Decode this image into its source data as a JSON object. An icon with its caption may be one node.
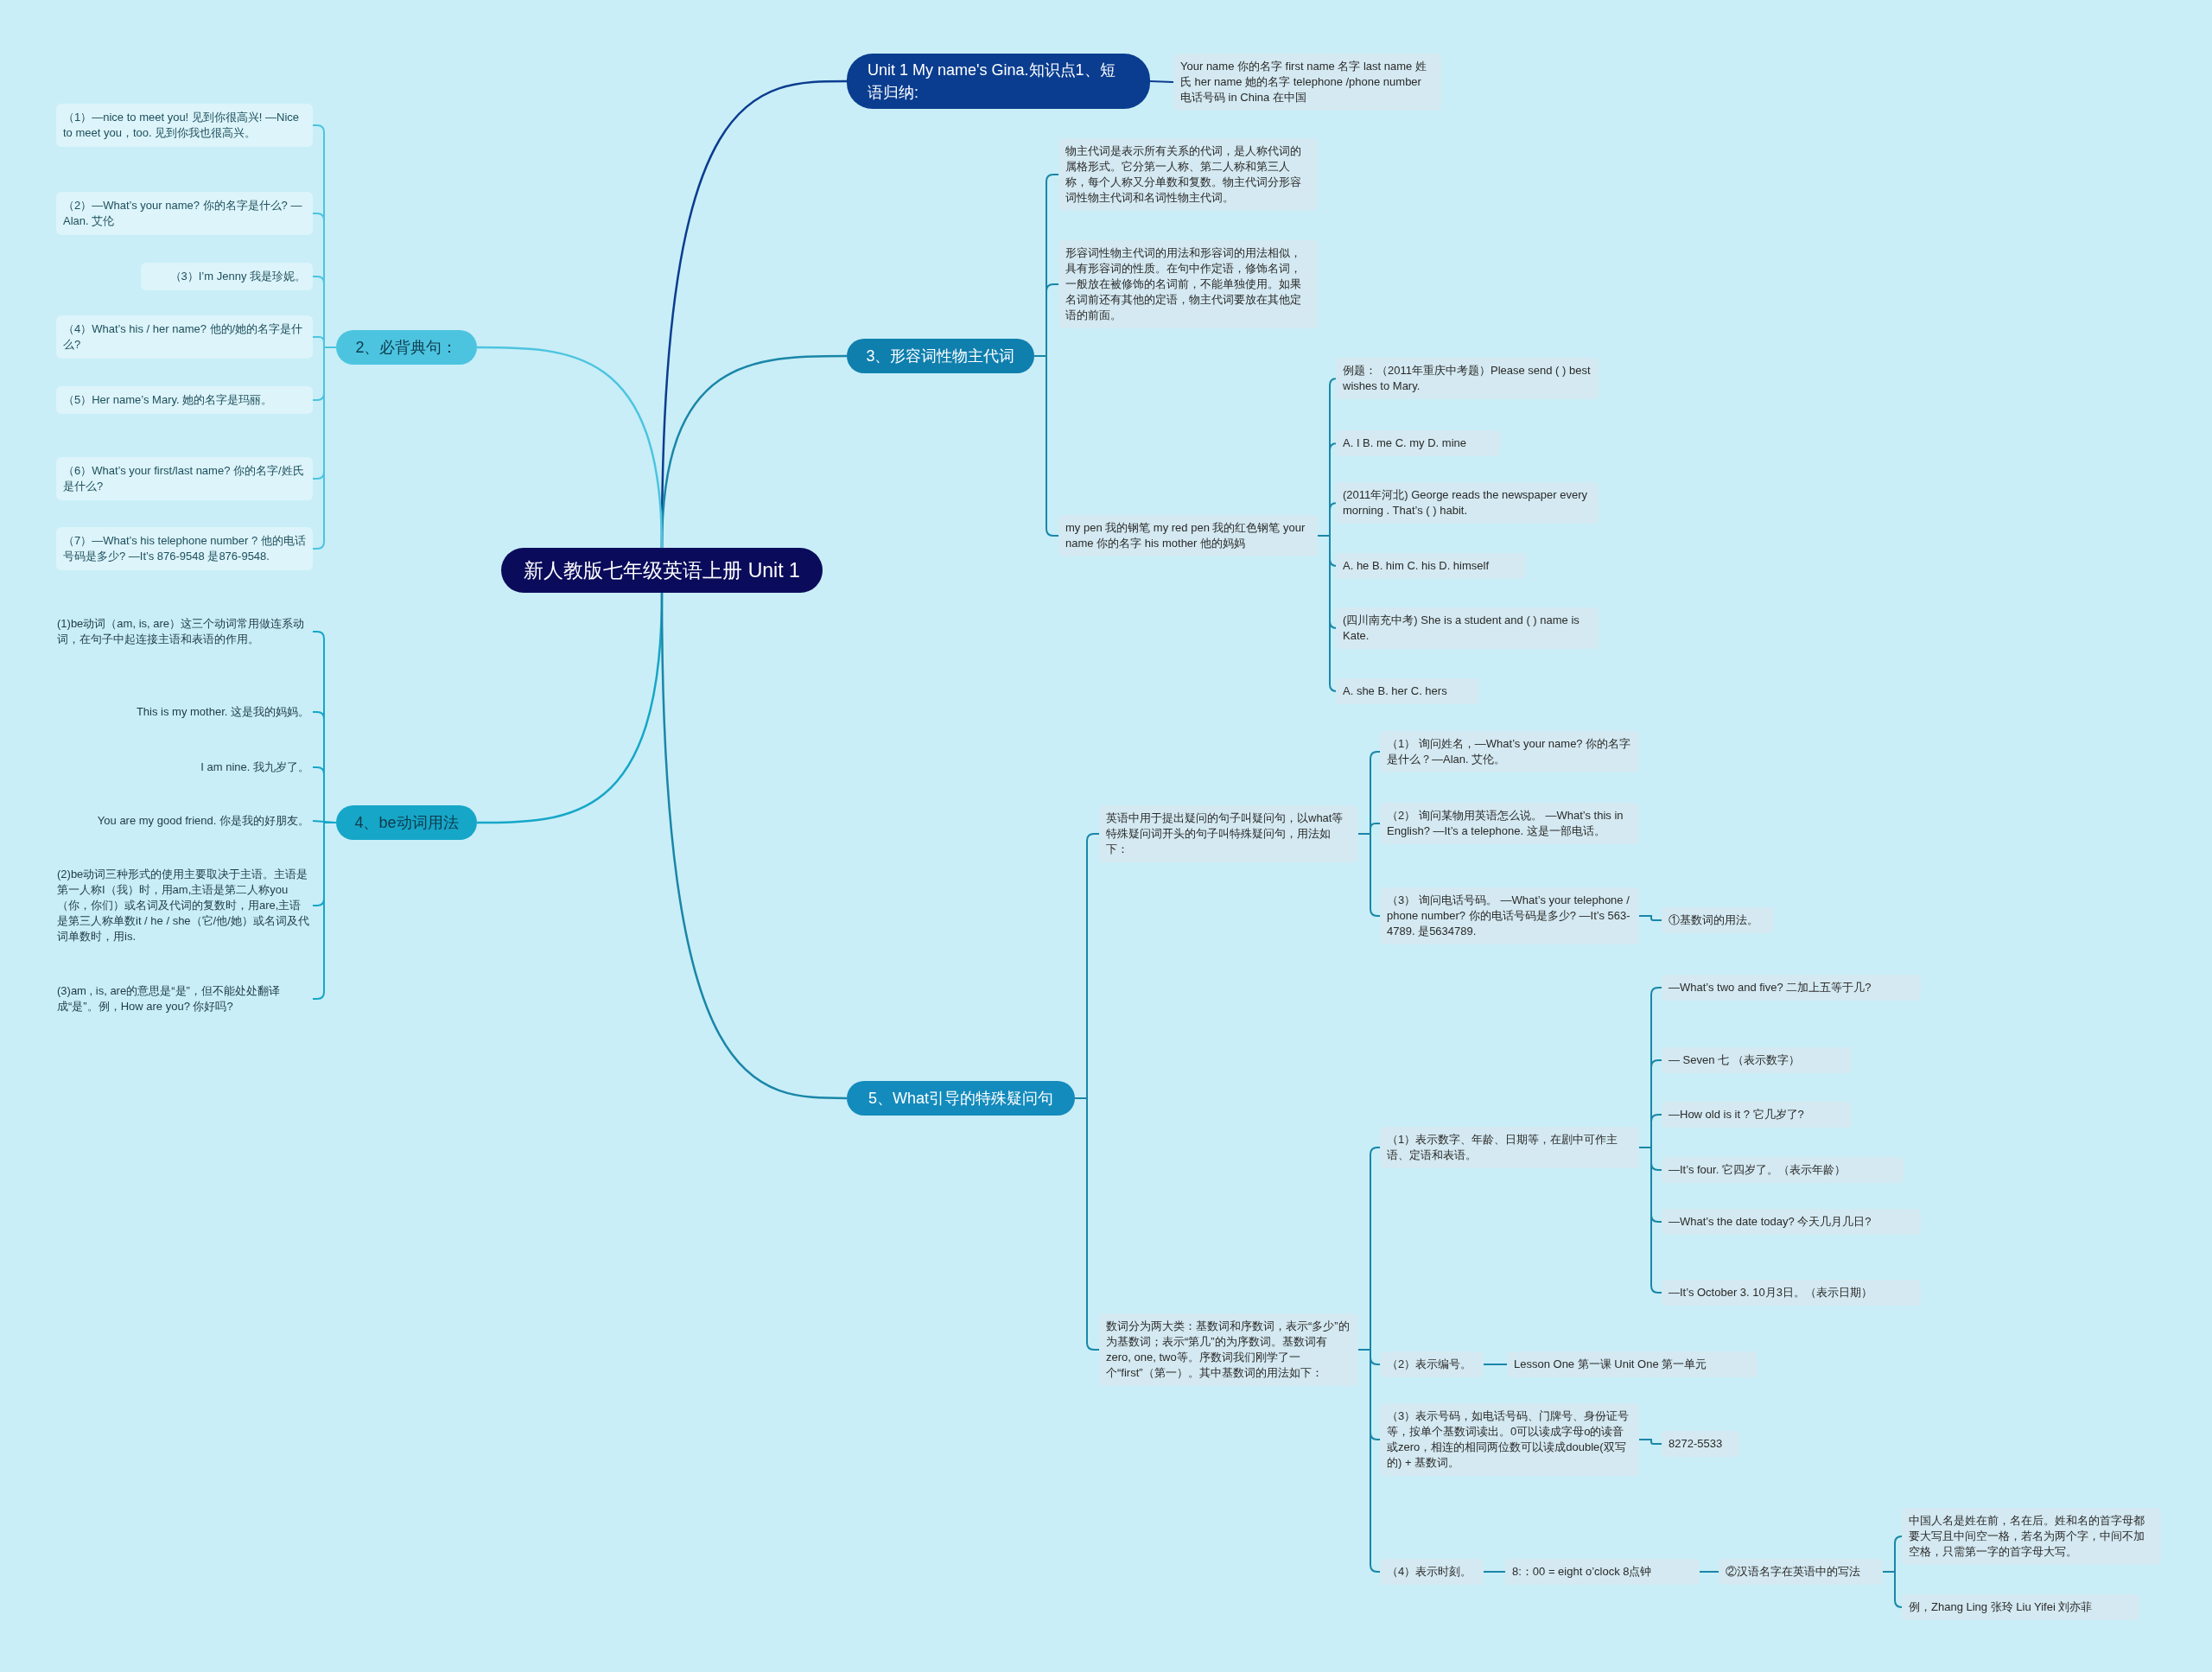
{
  "diagram": {
    "nodes": [
      {
        "text": [
          "新人教版七年级英语上册 Unit 1"
        ]
      },
      {
        "text": [
          "Unit 1 My name's Gina.知识点1、短语归纳:"
        ]
      },
      {
        "text": [
          "Your name 你的名字 first name 名字 last name 姓氏 her name 她的名字 telephone /phone number 电话号码 in China 在中国"
        ]
      },
      {
        "text": [
          "3、形容词性物主代词"
        ]
      },
      {
        "text": [
          "物主代词是表示所有关系的代词，是人称代词的属格形式。它分第一人称、第二人称和第三人称，每个人称又分单数和复数。物主代词分形容词性物主代词和名词性物主代词。"
        ]
      },
      {
        "text": [
          "形容词性物主代词的用法和形容词的用法相似，具有形容词的性质。在句中作定语，修饰名词，一般放在被修饰的名词前，不能单独使用。如果名词前还有其他的定语，物主代词要放在其他定语的前面。"
        ]
      },
      {
        "text": [
          "my pen 我的钢笔 my red pen 我的红色钢笔 your name 你的名字 his mother 他的妈妈"
        ]
      },
      {
        "text": [
          "例题：（2011年重庆中考题）Please send ( ) best wishes to Mary."
        ]
      },
      {
        "text": [
          "A. I B. me C. my D. mine"
        ]
      },
      {
        "text": [
          "(2011年河北) George reads the newspaper every morning . That’s ( ) habit."
        ]
      },
      {
        "text": [
          "A. he  B. him C. his D. himself"
        ]
      },
      {
        "text": [
          "(四川南充中考) She is a student and ( ) name is Kate."
        ]
      },
      {
        "text": [
          "A. she B. her  C. hers"
        ]
      },
      {
        "text": [
          "2、必背典句："
        ]
      },
      {
        "text": [
          "（1）—nice to meet you! 见到你很高兴! —Nice to meet you，too. 见到你我也很高兴。"
        ]
      },
      {
        "text": [
          "（2）—What’s your name? 你的名字是什么? —Alan.     艾伦"
        ]
      },
      {
        "text": [
          "（3）I’m Jenny  我是珍妮。"
        ]
      },
      {
        "text": [
          "（4）What’s his / her name? 他的/她的名字是什么?"
        ]
      },
      {
        "text": [
          "（5）Her name’s Mary. 她的名字是玛丽。"
        ]
      },
      {
        "text": [
          "（6）What’s your first/last name? 你的名字/姓氏是什么?"
        ]
      },
      {
        "text": [
          "（7）—What’s his telephone number ? 他的电话号码是多少? —It’s 876-9548 是876-9548."
        ]
      },
      {
        "text": [
          "4、be动词用法"
        ]
      },
      {
        "text": [
          "(1)be动词（am, is, are）这三个动词常用做连系动词，在句子中起连接主语和表语的作用。"
        ]
      },
      {
        "text": [
          "This is my mother. 这是我的妈妈。"
        ]
      },
      {
        "text": [
          "I am nine.  我九岁了。"
        ]
      },
      {
        "text": [
          "You are my good friend. 你是我的好朋友。"
        ]
      },
      {
        "text": [
          "(2)be动词三种形式的使用主要取决于主语。主语是第一人称I（我）时，用am,主语是第二人称you（你，你们）或名词及代词的复数时，用are,主语是第三人称单数it / he / she（它/他/她）或名词及代词单数时，用is."
        ]
      },
      {
        "text": [
          "(3)am , is, are的意思是“是”，但不能处处翻译成“是”。例，How are you? 你好吗?"
        ]
      },
      {
        "text": [
          "5、What引导的特殊疑问句"
        ]
      },
      {
        "text": [
          "英语中用于提出疑问的句子叫疑问句，以what等特殊疑问词开头的句子叫特殊疑问句，用法如下："
        ]
      },
      {
        "text": [
          "（1） 询问姓名，—What’s your name? 你的名字是什么？—Alan. 艾伦。"
        ]
      },
      {
        "text": [
          "（2） 询问某物用英语怎么说。 —What’s this in English? —It’s a telephone. 这是一部电话。"
        ]
      },
      {
        "text": [
          "（3） 询问电话号码。 —What’s your telephone / phone number? 你的电话号码是多少?      —It’s 563-4789.  是5634789."
        ]
      },
      {
        "text": [
          "①基数词的用法。"
        ]
      },
      {
        "text": [
          "数词分为两大类：基数词和序数词，表示“多少”的为基数词；表示“第几”的为序数词。基数词有zero, one, two等。序数词我们刚学了一个“first”（第一）。其中基数词的用法如下："
        ]
      },
      {
        "text": [
          "（1）表示数字、年龄、日期等，在剧中可作主语、定语和表语。"
        ]
      },
      {
        "text": [
          "—What’s two and five?  二加上五等于几?"
        ]
      },
      {
        "text": [
          "— Seven        七 （表示数字）"
        ]
      },
      {
        "text": [
          "—How old is it ?     它几岁了?"
        ]
      },
      {
        "text": [
          "—It’s four.       它四岁了。（表示年龄）"
        ]
      },
      {
        "text": [
          "—What’s the date today?  今天几月几日?"
        ]
      },
      {
        "text": [
          "—It’s October 3.     10月3日。（表示日期）"
        ]
      },
      {
        "text": [
          "（2）表示编号。"
        ]
      },
      {
        "text": [
          "Lesson One 第一课  Unit One 第一单元"
        ]
      },
      {
        "text": [
          "（3）表示号码，如电话号码、门牌号、身份证号等，按单个基数词读出。0可以读成字母o的读音或zero，相连的相同两位数可以读成double(双写的) + 基数词。"
        ]
      },
      {
        "text": [
          "8272-5533"
        ]
      },
      {
        "text": [
          "（4）表示时刻。"
        ]
      },
      {
        "text": [
          "8:：00  =  eight o’clock 8点钟"
        ]
      },
      {
        "text": [
          "②汉语名字在英语中的写法"
        ]
      },
      {
        "text": [
          "中国人名是姓在前，名在后。姓和名的首字母都要大写且中间空一格，若名为两个字，中间不加空格，只需第一字的首字母大写。"
        ]
      },
      {
        "text": [
          "例，Zhang Ling 张玲   Liu Yifei 刘亦菲"
        ]
      }
    ],
    "edges": [
      {
        "from": 0,
        "to": 1,
        "arrow": "none",
        "color": "#0a3d8f"
      },
      {
        "from": 1,
        "to": 2,
        "arrow": "none",
        "color": "#0a3d8f"
      },
      {
        "from": 0,
        "to": 3,
        "arrow": "none"
      },
      {
        "from": 3,
        "to": 4,
        "arrow": "none"
      },
      {
        "from": 3,
        "to": 5,
        "arrow": "none"
      },
      {
        "from": 3,
        "to": 6,
        "arrow": "none"
      },
      {
        "from": 6,
        "to": 7,
        "arrow": "none"
      },
      {
        "from": 6,
        "to": 8,
        "arrow": "none"
      },
      {
        "from": 6,
        "to": 9,
        "arrow": "none"
      },
      {
        "from": 6,
        "to": 10,
        "arrow": "none"
      },
      {
        "from": 6,
        "to": 11,
        "arrow": "none"
      },
      {
        "from": 6,
        "to": 12,
        "arrow": "none"
      },
      {
        "from": 0,
        "to": 13,
        "arrow": "none",
        "color": "#4cc4e0"
      },
      {
        "from": 13,
        "to": 14,
        "arrow": "none",
        "color": "#4cc4e0"
      },
      {
        "from": 13,
        "to": 15,
        "arrow": "none",
        "color": "#4cc4e0"
      },
      {
        "from": 13,
        "to": 16,
        "arrow": "none",
        "color": "#4cc4e0"
      },
      {
        "from": 13,
        "to": 17,
        "arrow": "none",
        "color": "#4cc4e0"
      },
      {
        "from": 13,
        "to": 18,
        "arrow": "none",
        "color": "#4cc4e0"
      },
      {
        "from": 13,
        "to": 19,
        "arrow": "none",
        "color": "#4cc4e0"
      },
      {
        "from": 13,
        "to": 20,
        "arrow": "none",
        "color": "#4cc4e0"
      },
      {
        "from": 0,
        "to": 21,
        "arrow": "none",
        "color": "#16a6c8"
      },
      {
        "from": 21,
        "to": 22,
        "arrow": "none",
        "color": "#16a6c8"
      },
      {
        "from": 21,
        "to": 23,
        "arrow": "none",
        "color": "#16a6c8"
      },
      {
        "from": 21,
        "to": 24,
        "arrow": "none",
        "color": "#16a6c8"
      },
      {
        "from": 21,
        "to": 25,
        "arrow": "none",
        "color": "#16a6c8"
      },
      {
        "from": 21,
        "to": 26,
        "arrow": "none",
        "color": "#16a6c8"
      },
      {
        "from": 21,
        "to": 27,
        "arrow": "none",
        "color": "#16a6c8"
      },
      {
        "from": 0,
        "to": 28,
        "arrow": "none"
      },
      {
        "from": 28,
        "to": 29,
        "arrow": "none"
      },
      {
        "from": 28,
        "to": 34,
        "arrow": "none"
      },
      {
        "from": 29,
        "to": 30,
        "arrow": "none"
      },
      {
        "from": 29,
        "to": 31,
        "arrow": "none"
      },
      {
        "from": 29,
        "to": 32,
        "arrow": "none"
      },
      {
        "from": 32,
        "to": 33,
        "arrow": "none"
      },
      {
        "from": 34,
        "to": 35,
        "arrow": "none"
      },
      {
        "from": 34,
        "to": 42,
        "arrow": "none"
      },
      {
        "from": 34,
        "to": 44,
        "arrow": "none"
      },
      {
        "from": 34,
        "to": 46,
        "arrow": "none"
      },
      {
        "from": 35,
        "to": 36,
        "arrow": "none"
      },
      {
        "from": 35,
        "to": 37,
        "arrow": "none"
      },
      {
        "from": 35,
        "to": 38,
        "arrow": "none"
      },
      {
        "from": 35,
        "to": 39,
        "arrow": "none"
      },
      {
        "from": 35,
        "to": 40,
        "arrow": "none"
      },
      {
        "from": 35,
        "to": 41,
        "arrow": "none"
      },
      {
        "from": 42,
        "to": 43,
        "arrow": "none"
      },
      {
        "from": 44,
        "to": 45,
        "arrow": "none"
      },
      {
        "from": 46,
        "to": 47,
        "arrow": "none"
      },
      {
        "from": 47,
        "to": 48,
        "arrow": "none"
      },
      {
        "from": 48,
        "to": 49,
        "arrow": "none"
      },
      {
        "from": 48,
        "to": 50,
        "arrow": "none"
      }
    ]
  }
}
